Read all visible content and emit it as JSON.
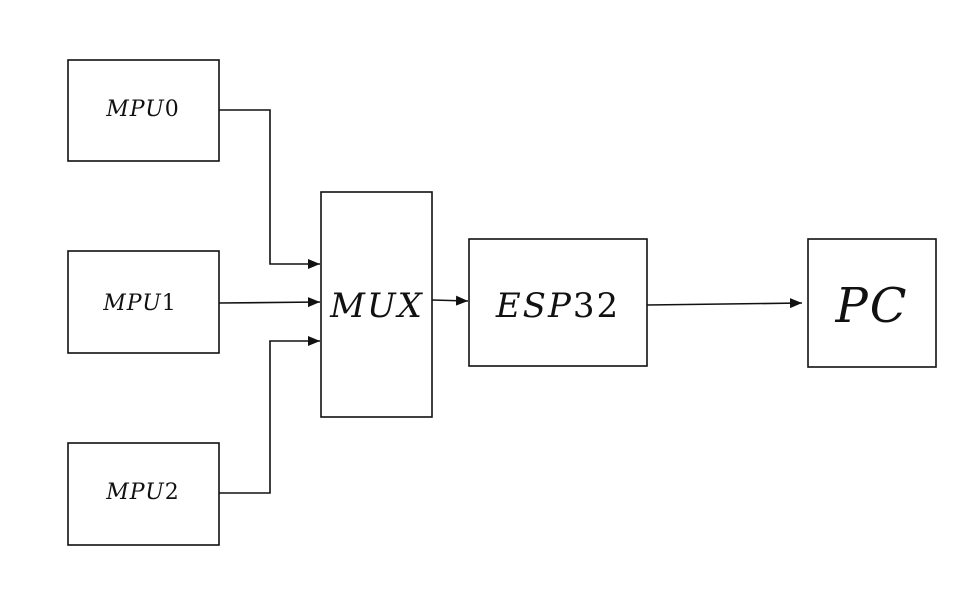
{
  "blocks": {
    "mpu0": {
      "name": "MPU",
      "digit": "0"
    },
    "mpu1": {
      "name": "MPU",
      "digit": "1"
    },
    "mpu2": {
      "name": "MPU",
      "digit": "2"
    },
    "mux": {
      "name": "MUX"
    },
    "esp32": {
      "name": "ESP",
      "digit": "32"
    },
    "pc": {
      "name": "PC"
    }
  },
  "colors": {
    "ink": "#111111",
    "background": "#ffffff"
  }
}
